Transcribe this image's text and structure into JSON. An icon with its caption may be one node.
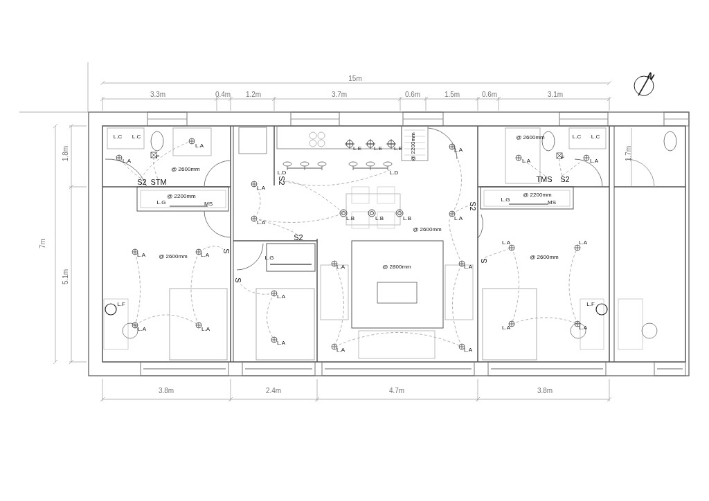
{
  "diagram": {
    "labels": [
      "N",
      "15m",
      "3.3m",
      "0.4m",
      "1.2m",
      "3.7m",
      "0.6m",
      "1.5m",
      "0.6m",
      "3.1m",
      "1.8m",
      "1.7m",
      "7m",
      "5.1m",
      "L.C",
      "L.C",
      "L.A",
      "L.A",
      "F",
      "@ 2600mm",
      "S2",
      "STM",
      "L.E",
      "L.E",
      "L.E",
      "@ 2200mm",
      "L.D",
      "S2",
      "L.D",
      "L.A",
      "@ 2600mm",
      "L.C",
      "L.C",
      "L.A",
      "F",
      "L.A",
      "TMS",
      "S2",
      "L.A",
      "@ 2200mm",
      "L.G",
      "MS",
      "@ 2200mm",
      "L.G",
      "MS",
      "S2",
      "L.B",
      "L.B",
      "L.B",
      "L.A",
      "L.A",
      "@ 2600mm",
      "S2",
      "L.A",
      "L.A",
      "S",
      "L.A",
      "@ 2600mm",
      "L.A",
      "L.G",
      "S",
      "@ 2600mm",
      "L.A",
      "@ 2800mm",
      "L.A",
      "S",
      "L.A",
      "L.F",
      "L.F",
      "L.A",
      "L.A",
      "L.A",
      "L.A",
      "L.A",
      "L.A",
      "L.A",
      "3.8m",
      "2.4m",
      "4.7m",
      "3.8m"
    ]
  }
}
